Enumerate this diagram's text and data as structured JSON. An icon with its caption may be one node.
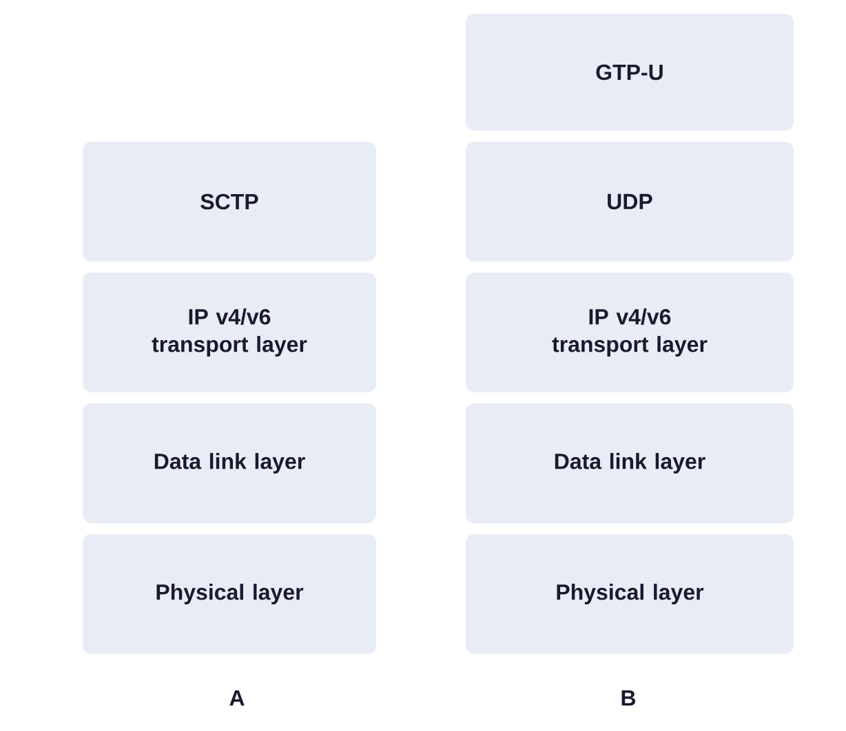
{
  "diagram": {
    "nodes": [
      {
        "text": [
          "SCTP"
        ]
      },
      {
        "text": [
          "IP v4/v6 transport layer"
        ]
      },
      {
        "text": [
          "Data link layer"
        ]
      },
      {
        "text": [
          "Physical layer"
        ]
      },
      {
        "text": [
          "GTP-U"
        ]
      },
      {
        "text": [
          "UDP"
        ]
      },
      {
        "text": [
          "IP v4/v6 transport layer"
        ]
      },
      {
        "text": [
          "Data link layer"
        ]
      },
      {
        "text": [
          "Physical layer"
        ]
      }
    ],
    "labels": [
      "A",
      "B"
    ]
  }
}
